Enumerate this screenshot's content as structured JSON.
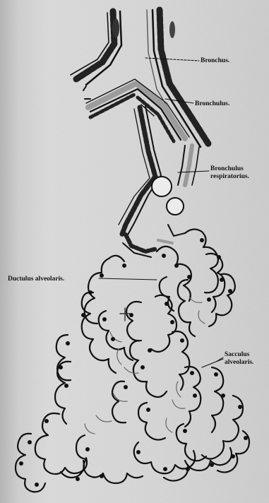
{
  "labels": {
    "bronchus": "Bronchus.",
    "bronchulus": "Bronchulus.",
    "bronchulus_respiratorius_line1": "Bronchulus",
    "bronchulus_respiratorius_line2": "respiratorius.",
    "ductulus_alveolaris": "Ductulus alveolaris.",
    "sacculus_alveolaris_line1": "Sacculus",
    "sacculus_alveolaris_line2": "alveolaris."
  },
  "colors": {
    "ink": "#111111",
    "wall_shade": "#9c9c9c",
    "paper": "#d6d6d6"
  }
}
